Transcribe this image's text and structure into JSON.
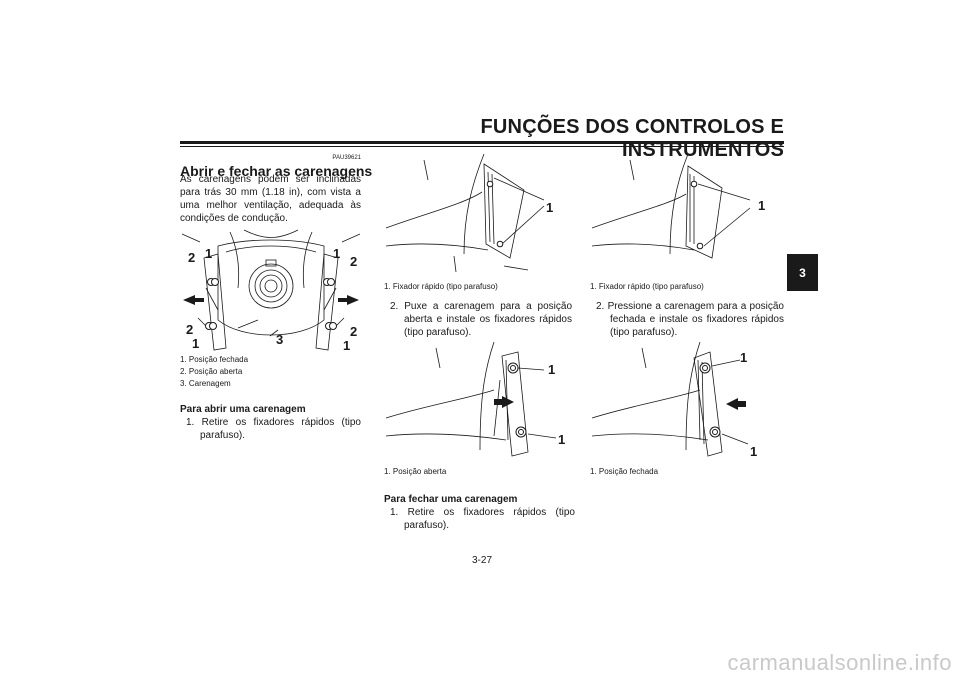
{
  "header": {
    "title": "FUNÇÕES DOS CONTROLOS E INSTRUMENTOS"
  },
  "chapter_tab": "3",
  "section": {
    "code": "PAU39621",
    "heading": "Abrir e fechar as carenagens",
    "intro": "As carenagens podem ser inclinadas para trás 30 mm (1.18 in), com vista a uma melhor ventilação, adequada às condições de condução."
  },
  "figure_main": {
    "callouts": [
      "1",
      "2",
      "3"
    ],
    "legend": [
      "1. Posição fechada",
      "2. Posição aberta",
      "3. Carenagem"
    ]
  },
  "open_procedure": {
    "heading": "Para abrir uma carenagem",
    "step1": "1.  Retire os fixadores rápidos (tipo parafuso).",
    "figure1_caption": "1.  Fixador rápido (tipo parafuso)",
    "step2": "2.  Puxe a carenagem para a posição aberta e instale os fixadores rápidos (tipo parafuso).",
    "figure2_caption": "1.  Posição aberta"
  },
  "close_procedure": {
    "heading": "Para fechar uma carenagem",
    "step1": "1.  Retire os fixadores rápidos (tipo parafuso).",
    "figure1_caption": "1.  Fixador rápido (tipo parafuso)",
    "step2": "2.  Pressione a carenagem para a posição fechada e instale os fixadores rápidos (tipo parafuso).",
    "figure2_caption": "1.  Posição fechada"
  },
  "page_number": "3-27",
  "watermark": "carmanualsonline.info"
}
